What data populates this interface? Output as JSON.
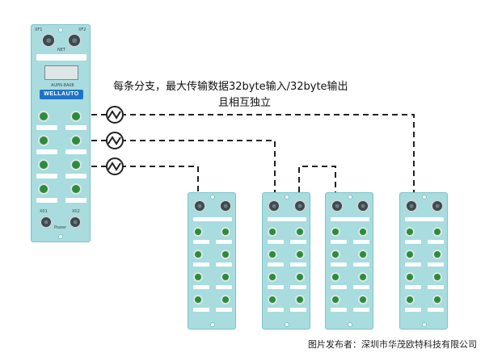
{
  "caption": {
    "line1": "每条分支，最大传输数据32byte输入/32byte输出",
    "line2": "且相互独立"
  },
  "footer": "图片发布者：深圳市华茂欧特科技有限公司",
  "master": {
    "logo": "WELLAUTO",
    "model": "AUPN-8A08",
    "p1": "XF1",
    "p2": "XF2",
    "net": "NET",
    "x01": "X01",
    "x02": "X02",
    "power": "Power"
  },
  "colors": {
    "module_body": "#a8dcdf",
    "port_green": "#2e8b3a",
    "logo_blue": "#1f73c6",
    "link_line": "#222222"
  }
}
